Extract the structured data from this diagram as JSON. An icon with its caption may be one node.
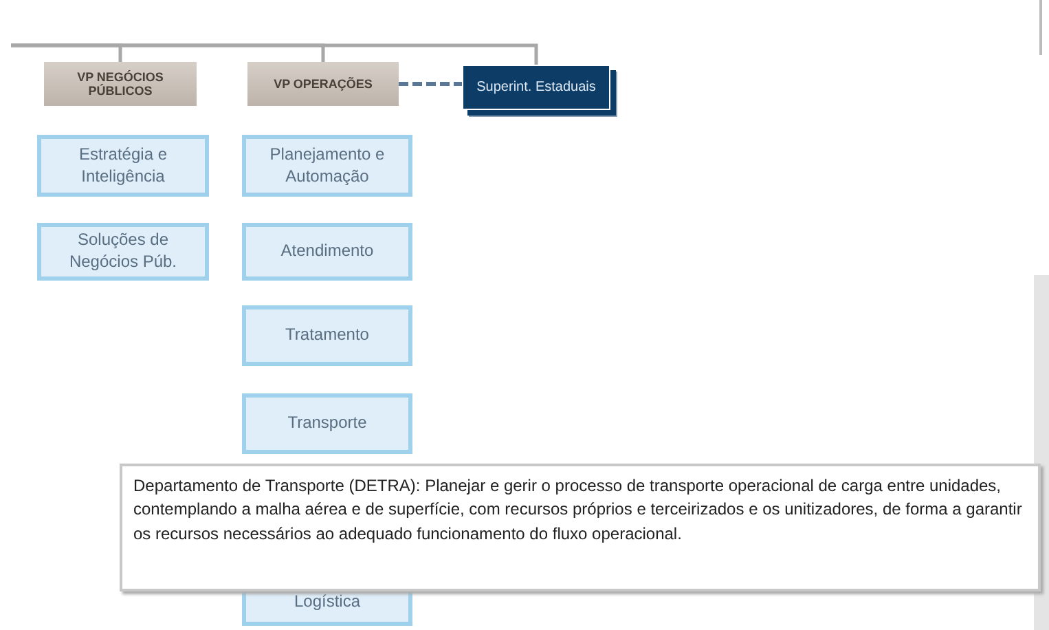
{
  "diagram": {
    "nodes": [
      {
        "text": [
          "VP NEGÓCIOS PÚBLICOS"
        ]
      },
      {
        "text": [
          "VP OPERAÇÕES"
        ]
      },
      {
        "text": [
          "Superint. Estaduais"
        ]
      },
      {
        "text": [
          "Estratégia e Inteligência"
        ]
      },
      {
        "text": [
          "Soluções de Negócios Púb."
        ]
      },
      {
        "text": [
          "Planejamento e Automação"
        ]
      },
      {
        "text": [
          "Atendimento"
        ]
      },
      {
        "text": [
          "Tratamento"
        ]
      },
      {
        "text": [
          "Transporte"
        ]
      },
      {
        "text": [
          "Logística"
        ]
      },
      {
        "text": [
          "Departamento de Transporte (DETRA): Planejar e gerir o processo de transporte operacional de carga entre unidades, contemplando a malha aérea e de superfície, com recursos próprios e terceirizados e os unitizadores, de forma a garantir os recursos necessários ao adequado funcionamento do fluxo operacional."
        ]
      }
    ],
    "edges": [
      {
        "from": null,
        "to": 0,
        "arrow": "none"
      },
      {
        "from": null,
        "to": 1,
        "arrow": "none"
      },
      {
        "from": null,
        "to": 2,
        "arrow": "none"
      },
      {
        "from": 1,
        "to": 2,
        "arrow": "none",
        "style": "dashed",
        "color": "#5a7896"
      }
    ]
  }
}
